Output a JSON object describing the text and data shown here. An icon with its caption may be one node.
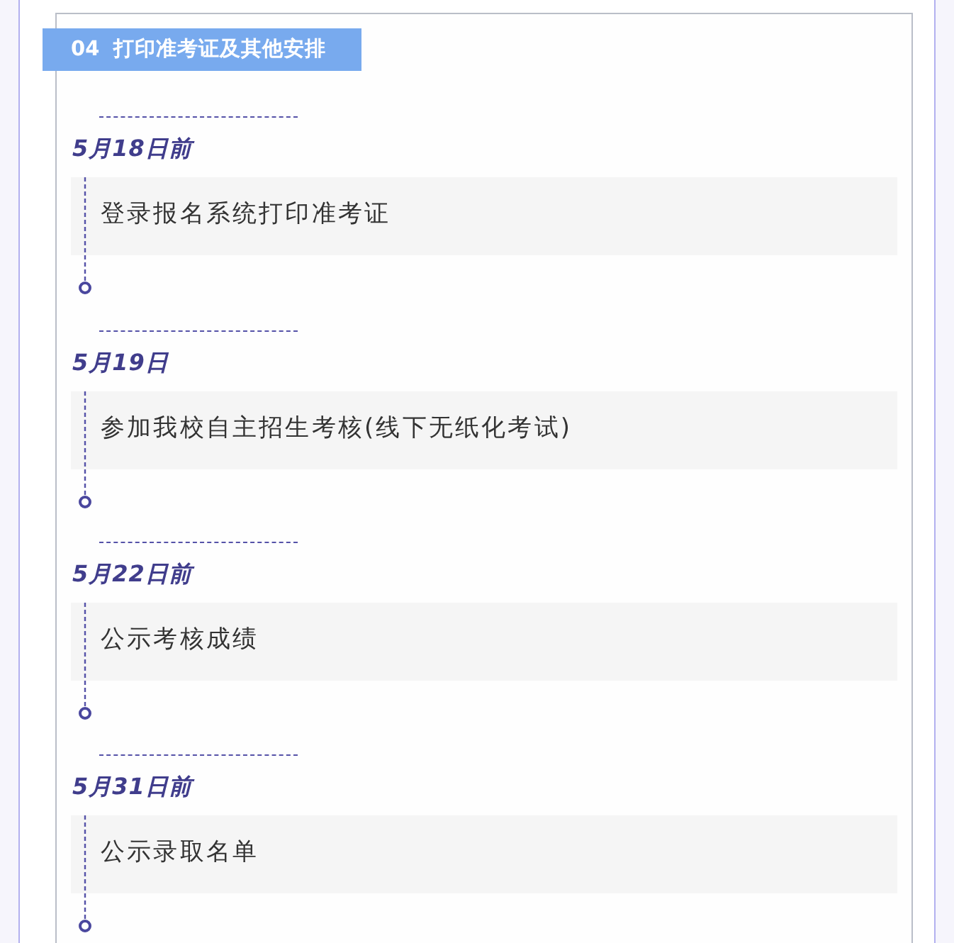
{
  "diagram": {
    "title": "04 打印准考证及其他安排",
    "nodes": [
      {
        "text": [
          "5月18日前",
          "登录报名系统打印准考证"
        ]
      },
      {
        "text": [
          "5月19日",
          "参加我校自主招生考核(线下无纸化考试)"
        ]
      },
      {
        "text": [
          "5月22日前",
          "公示考核成绩"
        ]
      },
      {
        "text": [
          "5月31日前",
          "公示录取名单"
        ]
      }
    ]
  }
}
